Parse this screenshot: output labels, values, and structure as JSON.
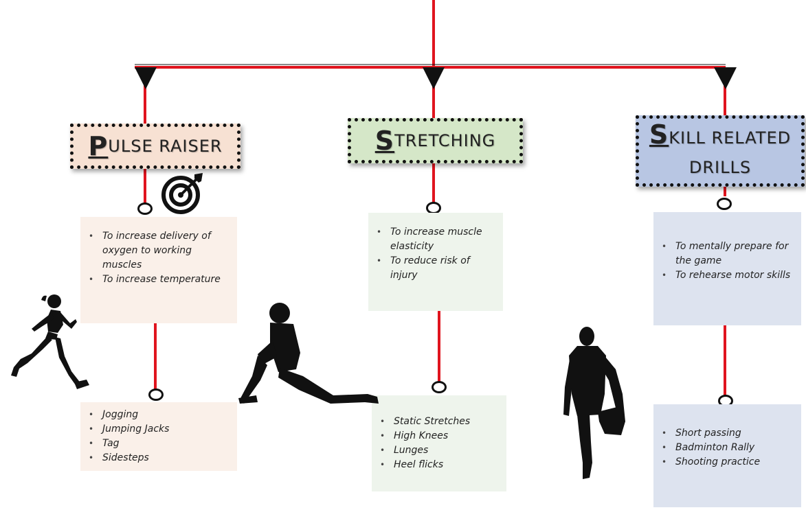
{
  "branches": [
    {
      "title_initial": "P",
      "title_rest": "ulse raiser",
      "purposes": [
        "To increase delivery of oxygen to working muscles",
        "To increase temperature"
      ],
      "examples": [
        "Jogging",
        "Jumping Jacks",
        "Tag",
        "Sidesteps"
      ]
    },
    {
      "title_initial": "S",
      "title_rest": "tretching",
      "purposes": [
        "To increase muscle elasticity",
        "To reduce risk of injury"
      ],
      "examples": [
        "Static Stretches",
        "High Knees",
        "Lunges",
        "Heel flicks"
      ]
    },
    {
      "title_initial": "S",
      "title_rest_line1": "kill related",
      "title_rest_line2": "drills",
      "purposes": [
        "To mentally prepare for the game",
        "To rehearse motor skills"
      ],
      "examples": [
        "Short passing",
        "Badminton Rally",
        "Shooting practice"
      ]
    }
  ],
  "icons": [
    "target-icon",
    "runner-figure",
    "lunge-stretch-figure",
    "quad-stretch-figure"
  ],
  "colors": {
    "connector": "#e0141e",
    "pulse": "#faf0e9",
    "stretch": "#eef4ec",
    "skill": "#dde3ef",
    "title_pulse": "#f7e1d3",
    "title_stretch": "#d5e7c8",
    "title_skill": "#b8c6e3"
  }
}
